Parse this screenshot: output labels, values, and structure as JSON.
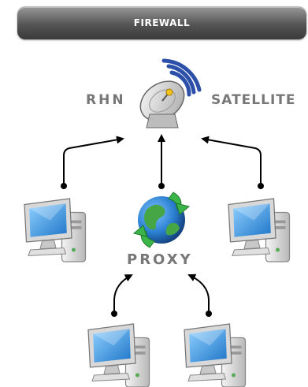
{
  "firewall": {
    "label": "FIREWALL"
  },
  "rhn": {
    "label": "RHN"
  },
  "satellite": {
    "label": "SATELLITE"
  },
  "proxy": {
    "label": "PROXY"
  },
  "nodes": [
    {
      "name": "client-left",
      "icon": "computer-icon"
    },
    {
      "name": "client-right",
      "icon": "computer-icon"
    },
    {
      "name": "client-bottom-left",
      "icon": "computer-icon"
    },
    {
      "name": "client-bottom-right",
      "icon": "computer-icon"
    },
    {
      "name": "proxy-globe",
      "icon": "globe-sync-icon"
    },
    {
      "name": "satellite-dish",
      "icon": "satellite-dish-icon"
    }
  ],
  "colors": {
    "screen": "#5ab0f0",
    "monitor": "#d8d8d8",
    "globe": "#2a7fd0",
    "arrow": "#3bb54a",
    "dish": "#2c4fa8"
  }
}
